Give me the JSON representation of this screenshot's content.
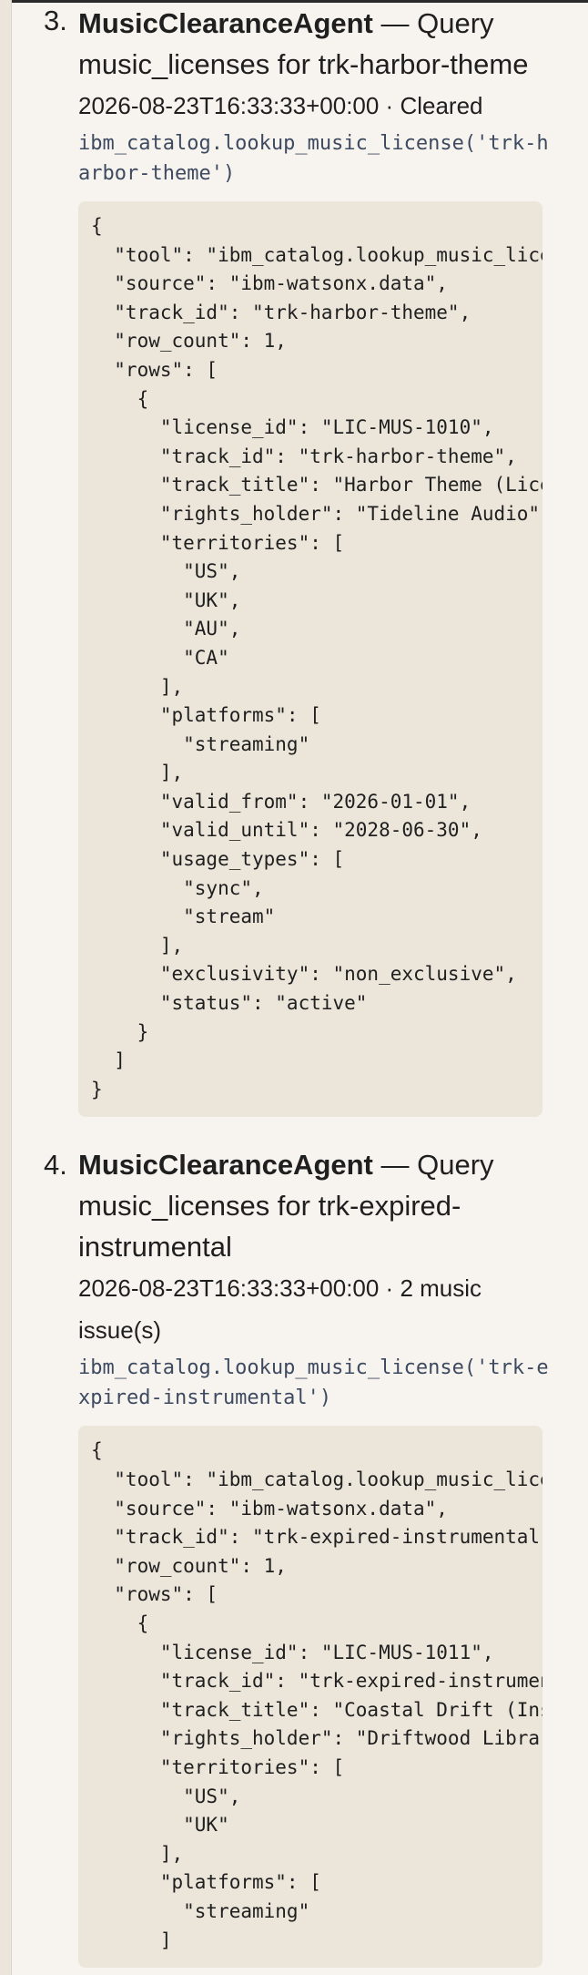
{
  "steps": [
    {
      "number": "3.",
      "agent": "MusicClearanceAgent",
      "title_rest": " — Query music_licenses for trk-harbor-theme",
      "meta": "2026-08-23T16:33:33+00:00 · Cleared",
      "call": "ibm_catalog.lookup_music_license('trk-harbor-theme')",
      "output": "{\n  \"tool\": \"ibm_catalog.lookup_music_license\",\n  \"source\": \"ibm-watsonx.data\",\n  \"track_id\": \"trk-harbor-theme\",\n  \"row_count\": 1,\n  \"rows\": [\n    {\n      \"license_id\": \"LIC-MUS-1010\",\n      \"track_id\": \"trk-harbor-theme\",\n      \"track_title\": \"Harbor Theme (Licensed)\",\n      \"rights_holder\": \"Tideline Audio\",\n      \"territories\": [\n        \"US\",\n        \"UK\",\n        \"AU\",\n        \"CA\"\n      ],\n      \"platforms\": [\n        \"streaming\"\n      ],\n      \"valid_from\": \"2026-01-01\",\n      \"valid_until\": \"2028-06-30\",\n      \"usage_types\": [\n        \"sync\",\n        \"stream\"\n      ],\n      \"exclusivity\": \"non_exclusive\",\n      \"status\": \"active\"\n    }\n  ]\n}"
    },
    {
      "number": "4.",
      "agent": "MusicClearanceAgent",
      "title_rest": " — Query music_licenses for trk-expired-instrumental",
      "meta": "2026-08-23T16:33:33+00:00 · 2 music issue(s)",
      "call": "ibm_catalog.lookup_music_license('trk-expired-instrumental')",
      "output": "{\n  \"tool\": \"ibm_catalog.lookup_music_license\",\n  \"source\": \"ibm-watsonx.data\",\n  \"track_id\": \"trk-expired-instrumental\",\n  \"row_count\": 1,\n  \"rows\": [\n    {\n      \"license_id\": \"LIC-MUS-1011\",\n      \"track_id\": \"trk-expired-instrumental\",\n      \"track_title\": \"Coastal Drift (Instrumental)\",\n      \"rights_holder\": \"Driftwood Library\",\n      \"territories\": [\n        \"US\",\n        \"UK\"\n      ],\n      \"platforms\": [\n        \"streaming\"\n      ]"
    }
  ]
}
